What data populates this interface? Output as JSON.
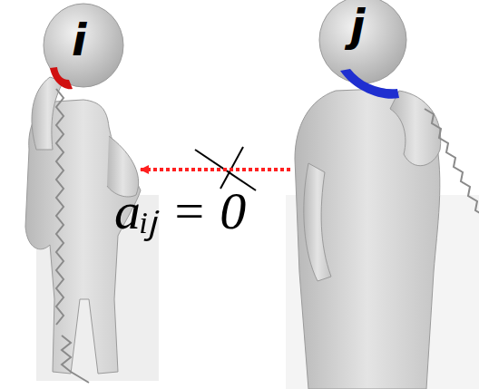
{
  "diagram": {
    "nodes": [
      {
        "text": [
          "i"
        ]
      },
      {
        "text": [
          "j"
        ]
      }
    ],
    "edges": [
      {
        "from": 1,
        "to": 0,
        "arrow": "to",
        "label": "aᵢⱼ = 0"
      }
    ]
  }
}
